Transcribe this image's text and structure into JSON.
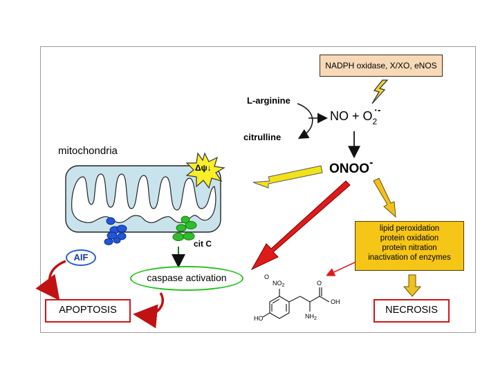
{
  "source": {
    "label": "NADPH oxidase, X/XO, eNOS"
  },
  "reaction": {
    "arginine": "L-arginine",
    "citrulline": "citrulline",
    "no_o2_prefix": "NO + O",
    "o2_subscript": "2",
    "o2_superscript": "·-"
  },
  "peroxynitrite": {
    "label": "ONOO",
    "charge": "-"
  },
  "mitochondria": {
    "label": "mitochondria",
    "potential_symbol": "Δψ↓"
  },
  "aif": {
    "label": "AIF"
  },
  "cytochrome": {
    "label": "cit C"
  },
  "caspase": {
    "label": "caspase activation"
  },
  "effects": {
    "items": [
      "lipid peroxidation",
      "protein oxidation",
      "protein nitration",
      "inactivation of enzymes"
    ]
  },
  "outcomes": {
    "apoptosis": "APOPTOSIS",
    "necrosis": "NECROSIS"
  },
  "nitrotyrosine": {
    "nitro": "NO",
    "nitro_sub": "2",
    "ho": "HO",
    "oh": "OH",
    "nh": "NH",
    "nh_sub": "2",
    "o": "O"
  },
  "colors": {
    "membrane_fill": "#c9e3ec",
    "blue_blob": "#2356d6",
    "green_blob": "#2fbe2a",
    "arrow_red": "#e01a1a",
    "arrow_yellow": "#f2e21a",
    "arrow_gold": "#f0c020"
  }
}
